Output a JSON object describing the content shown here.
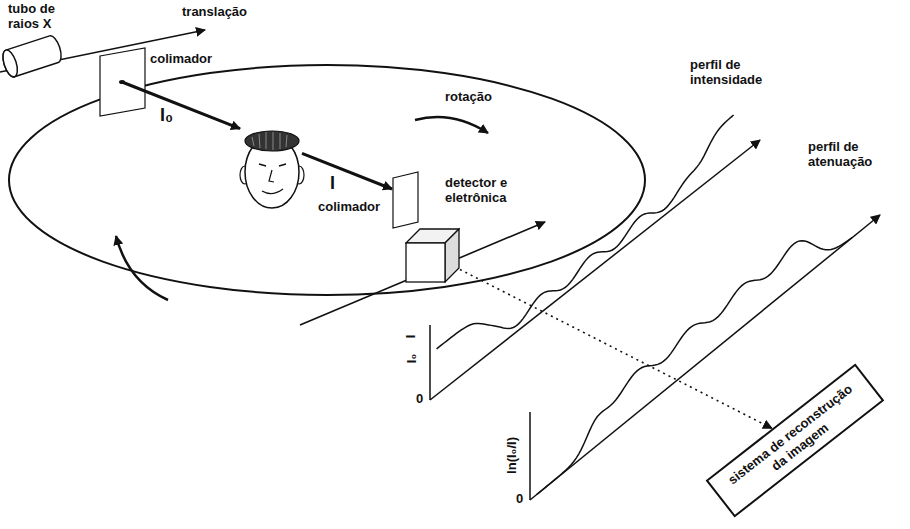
{
  "diagram": {
    "nodes": [
      {
        "text": [
          "detector e eletrônica"
        ]
      },
      {
        "text": [
          "sistema de reconstrução da imagem"
        ]
      }
    ],
    "edges": [
      {
        "from": 0,
        "to": 1,
        "arrow": "to"
      }
    ],
    "labels": [
      "tubo de raios X",
      "translação",
      "colimador",
      "rotação",
      "I₀",
      "colimador",
      "I",
      "perfil de intensidade",
      "I",
      "I₀",
      "0",
      "perfil de atenuação",
      "ln(I₀/I)",
      "0"
    ]
  }
}
